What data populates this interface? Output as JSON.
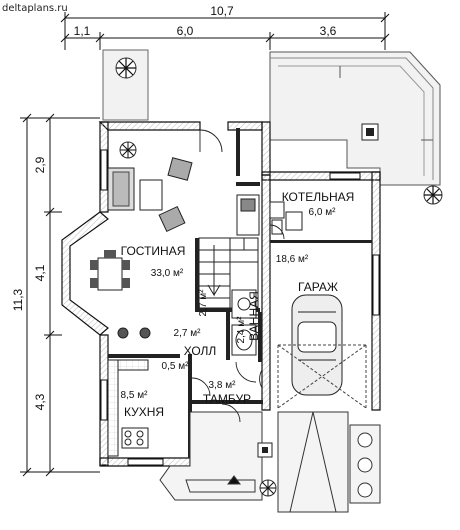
{
  "watermark": "deltaplans.ru",
  "dimensions": {
    "total_width": "10,7",
    "seg_left": "1,1",
    "seg_middle": "6,0",
    "seg_right": "3,6",
    "total_height": "11,3",
    "seg_top": "2,9",
    "seg_mid": "4,1",
    "seg_bottom": "4,3"
  },
  "rooms": {
    "living": {
      "name": "ГОСТИНАЯ",
      "area": "33,0 м²"
    },
    "boiler": {
      "name": "КОТЕЛЬНАЯ",
      "area": "6,0 м²"
    },
    "garage": {
      "name": "ГАРАЖ",
      "area": "18,6 м²"
    },
    "bath": {
      "name": "ВАННАЯ",
      "area": "2,4 м²"
    },
    "stair": {
      "area": "2,7 м²"
    },
    "hall": {
      "name": "ХОЛЛ",
      "area": "2,7 м²"
    },
    "kitchen": {
      "name": "КУХНЯ",
      "area": "8,5 м²"
    },
    "pantry": {
      "area": "0,5 м²"
    },
    "vestibule": {
      "name": "ТАМБУР",
      "area": "3,8 м²"
    }
  }
}
